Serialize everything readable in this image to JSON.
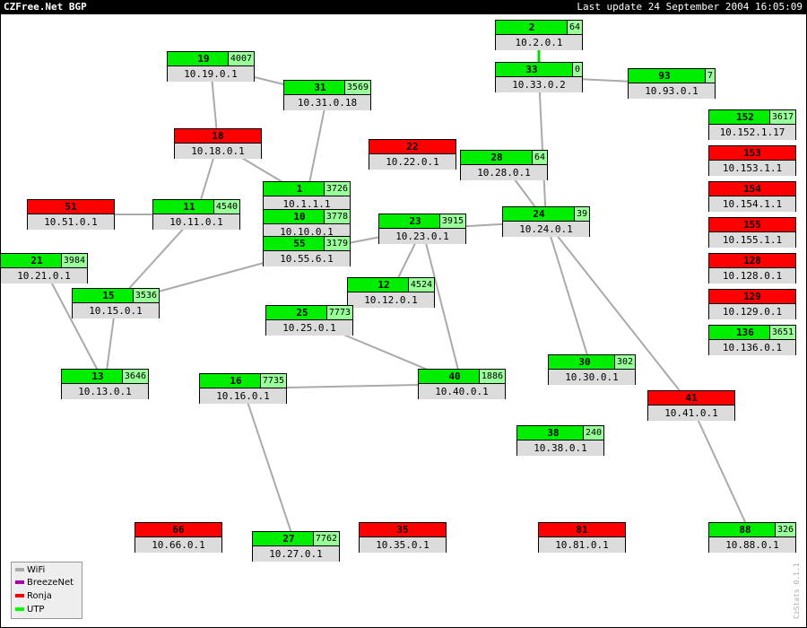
{
  "header": {
    "title": "CZFree.Net BGP",
    "last_update": "Last update 24 September 2004 16:05:09"
  },
  "legend": [
    {
      "label": "WiFi",
      "color": "#aaaaaa"
    },
    {
      "label": "BreezeNet",
      "color": "#aa00aa"
    },
    {
      "label": "Ronja",
      "color": "#ff0000"
    },
    {
      "label": "UTP",
      "color": "#00ff00"
    }
  ],
  "version": "CzStats 0.1.1",
  "nodes": [
    {
      "id": "2",
      "asn": "2",
      "count": "64",
      "ip": "10.2.0.1",
      "type": "utp"
    },
    {
      "id": "33",
      "asn": "33",
      "count": "0",
      "ip": "10.33.0.2",
      "type": "utp"
    },
    {
      "id": "93",
      "asn": "93",
      "count": "7",
      "ip": "10.93.0.1",
      "type": "utp"
    },
    {
      "id": "19",
      "asn": "19",
      "count": "4007",
      "ip": "10.19.0.1",
      "type": "utp"
    },
    {
      "id": "31",
      "asn": "31",
      "count": "3569",
      "ip": "10.31.0.18",
      "type": "utp"
    },
    {
      "id": "18",
      "asn": "18",
      "count": "",
      "ip": "10.18.0.1",
      "type": "ronja"
    },
    {
      "id": "22",
      "asn": "22",
      "count": "",
      "ip": "10.22.0.1",
      "type": "ronja"
    },
    {
      "id": "28",
      "asn": "28",
      "count": "64",
      "ip": "10.28.0.1",
      "type": "utp"
    },
    {
      "id": "152",
      "asn": "152",
      "count": "3617",
      "ip": "10.152.1.17",
      "type": "utp"
    },
    {
      "id": "153",
      "asn": "153",
      "count": "",
      "ip": "10.153.1.1",
      "type": "ronja"
    },
    {
      "id": "154",
      "asn": "154",
      "count": "",
      "ip": "10.154.1.1",
      "type": "ronja"
    },
    {
      "id": "155",
      "asn": "155",
      "count": "",
      "ip": "10.155.1.1",
      "type": "ronja"
    },
    {
      "id": "128",
      "asn": "128",
      "count": "",
      "ip": "10.128.0.1",
      "type": "ronja"
    },
    {
      "id": "129",
      "asn": "129",
      "count": "",
      "ip": "10.129.0.1",
      "type": "ronja"
    },
    {
      "id": "136",
      "asn": "136",
      "count": "3651",
      "ip": "10.136.0.1",
      "type": "utp"
    },
    {
      "id": "51",
      "asn": "51",
      "count": "",
      "ip": "10.51.0.1",
      "type": "ronja"
    },
    {
      "id": "11",
      "asn": "11",
      "count": "4540",
      "ip": "10.11.0.1",
      "type": "utp"
    },
    {
      "id": "1",
      "asn": "1",
      "count": "3726",
      "ip": "10.1.1.1",
      "type": "utp"
    },
    {
      "id": "10",
      "asn": "10",
      "count": "3778",
      "ip": "10.10.0.1",
      "type": "utp"
    },
    {
      "id": "55",
      "asn": "55",
      "count": "3179",
      "ip": "10.55.6.1",
      "type": "utp"
    },
    {
      "id": "23",
      "asn": "23",
      "count": "3915",
      "ip": "10.23.0.1",
      "type": "utp"
    },
    {
      "id": "24",
      "asn": "24",
      "count": "39",
      "ip": "10.24.0.1",
      "type": "utp"
    },
    {
      "id": "21",
      "asn": "21",
      "count": "3984",
      "ip": "10.21.0.1",
      "type": "utp"
    },
    {
      "id": "15",
      "asn": "15",
      "count": "3536",
      "ip": "10.15.0.1",
      "type": "utp"
    },
    {
      "id": "12",
      "asn": "12",
      "count": "4524",
      "ip": "10.12.0.1",
      "type": "utp"
    },
    {
      "id": "25",
      "asn": "25",
      "count": "7773",
      "ip": "10.25.0.1",
      "type": "utp"
    },
    {
      "id": "13",
      "asn": "13",
      "count": "3646",
      "ip": "10.13.0.1",
      "type": "utp"
    },
    {
      "id": "16",
      "asn": "16",
      "count": "7735",
      "ip": "10.16.0.1",
      "type": "utp"
    },
    {
      "id": "40",
      "asn": "40",
      "count": "1886",
      "ip": "10.40.0.1",
      "type": "utp"
    },
    {
      "id": "30",
      "asn": "30",
      "count": "302",
      "ip": "10.30.0.1",
      "type": "utp"
    },
    {
      "id": "41",
      "asn": "41",
      "count": "",
      "ip": "10.41.0.1",
      "type": "ronja"
    },
    {
      "id": "38",
      "asn": "38",
      "count": "240",
      "ip": "10.38.0.1",
      "type": "utp"
    },
    {
      "id": "66",
      "asn": "66",
      "count": "",
      "ip": "10.66.0.1",
      "type": "ronja"
    },
    {
      "id": "27",
      "asn": "27",
      "count": "7762",
      "ip": "10.27.0.1",
      "type": "utp"
    },
    {
      "id": "35",
      "asn": "35",
      "count": "",
      "ip": "10.35.0.1",
      "type": "ronja"
    },
    {
      "id": "81",
      "asn": "81",
      "count": "",
      "ip": "10.81.0.1",
      "type": "ronja"
    },
    {
      "id": "88",
      "asn": "88",
      "count": "326",
      "ip": "10.88.0.1",
      "type": "utp"
    }
  ],
  "links": [
    {
      "from": "2",
      "to": "33",
      "type": "utp"
    },
    {
      "from": "33",
      "to": "93",
      "type": "wifi"
    },
    {
      "from": "33",
      "to": "24",
      "type": "wifi"
    },
    {
      "from": "19",
      "to": "31",
      "type": "wifi"
    },
    {
      "from": "19",
      "to": "18",
      "type": "wifi"
    },
    {
      "from": "31",
      "to": "1",
      "type": "wifi"
    },
    {
      "from": "18",
      "to": "1",
      "type": "wifi"
    },
    {
      "from": "18",
      "to": "11",
      "type": "wifi"
    },
    {
      "from": "51",
      "to": "11",
      "type": "wifi"
    },
    {
      "from": "11",
      "to": "15",
      "type": "wifi"
    },
    {
      "from": "55",
      "to": "15",
      "type": "wifi"
    },
    {
      "from": "55",
      "to": "23",
      "type": "wifi"
    },
    {
      "from": "23",
      "to": "24",
      "type": "wifi"
    },
    {
      "from": "28",
      "to": "24",
      "type": "wifi"
    },
    {
      "from": "23",
      "to": "12",
      "type": "wifi"
    },
    {
      "from": "23",
      "to": "40",
      "type": "wifi"
    },
    {
      "from": "21",
      "to": "13",
      "type": "wifi"
    },
    {
      "from": "15",
      "to": "13",
      "type": "wifi"
    },
    {
      "from": "25",
      "to": "40",
      "type": "wifi"
    },
    {
      "from": "16",
      "to": "40",
      "type": "wifi"
    },
    {
      "from": "16",
      "to": "27",
      "type": "wifi"
    },
    {
      "from": "24",
      "to": "30",
      "type": "wifi"
    },
    {
      "from": "24",
      "to": "41",
      "type": "wifi"
    },
    {
      "from": "41",
      "to": "88",
      "type": "wifi"
    }
  ]
}
